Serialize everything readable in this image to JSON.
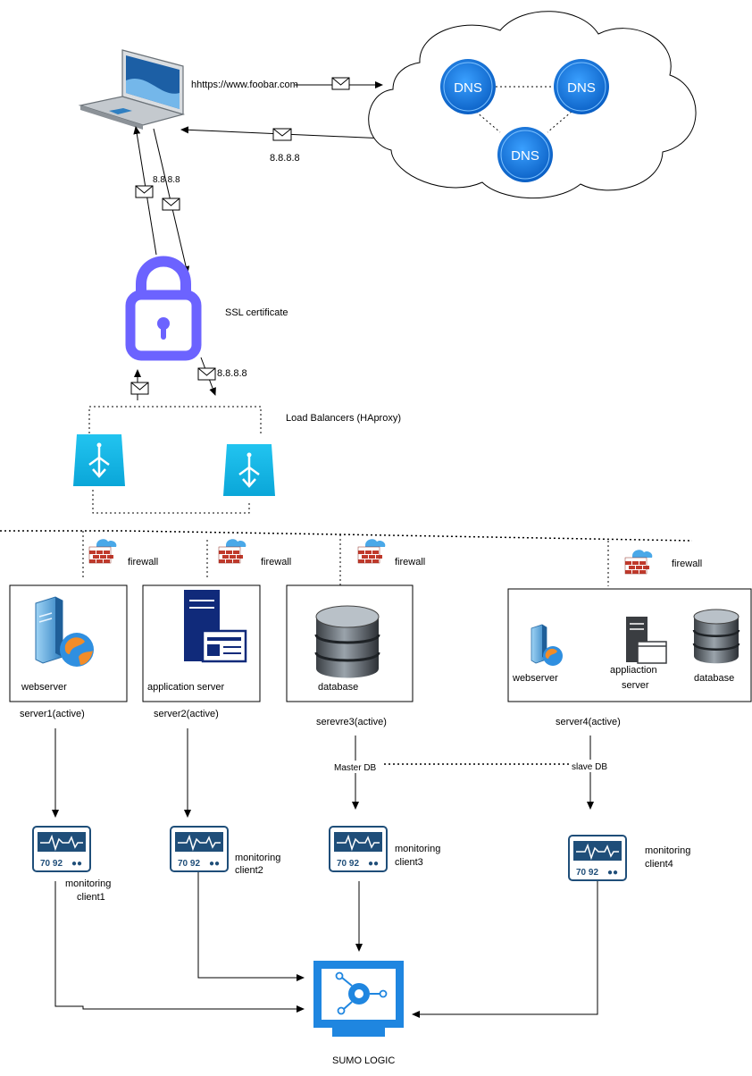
{
  "browser": {
    "url": "hhttps://www.foobar.com"
  },
  "dns": {
    "label": "DNS",
    "reply_ip": "8.8.8.8"
  },
  "ssl": {
    "label": "SSL certificate",
    "ip_top": "8.8.8.8",
    "ip_bottom": "8.8.8.8"
  },
  "load_balancers": {
    "label": "Load Balancers (HAproxy)"
  },
  "firewall": {
    "label": "firewall"
  },
  "servers": [
    {
      "component": "webserver",
      "name": "server1(active)"
    },
    {
      "component": "application server",
      "name": "server2(active)"
    },
    {
      "component": "database",
      "name": "serevre3(active)",
      "db_role": "Master DB"
    },
    {
      "components": [
        "webserver",
        "appliaction",
        "server",
        "database"
      ],
      "name": "server4(active)",
      "db_role": "slave DB"
    }
  ],
  "monitoring": [
    {
      "line1": "monitoring",
      "line2": "client1"
    },
    {
      "line1": "monitoring",
      "line2": "client2"
    },
    {
      "line1": "monitoring",
      "line2": "client3"
    },
    {
      "line1": "monitoring",
      "line2": "client4"
    }
  ],
  "monitor_readout": {
    "a": "70",
    "b": "92",
    "dots": "●●"
  },
  "sumo": {
    "label": "SUMO LOGIC"
  }
}
